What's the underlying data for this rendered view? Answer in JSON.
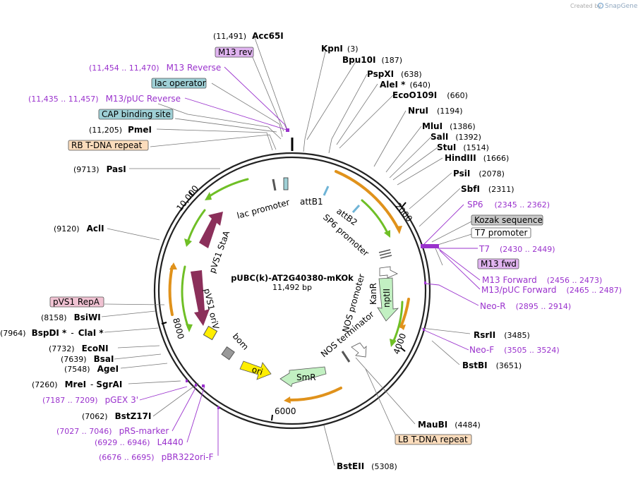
{
  "header": {
    "created_by": "Created by",
    "brand": "SnapGene"
  },
  "plasmid": {
    "name": "pUBC(k)-AT2G40380-mKOk",
    "size": "11,492 bp"
  },
  "colors": {
    "primer": "#9a32cd",
    "orange_feature": "#e0921b",
    "green_feature": "#6fbf26",
    "marker": "#8b2f5a",
    "ori": "#ffee00",
    "boxed_gray": "#c8c8c8",
    "boxed_blue": "#9fd0d6",
    "boxed_purple": "#e0b4f0",
    "boxed_peach": "#fbdcbc",
    "boxed_pink": "#f0c2d2"
  },
  "ticks": [
    "2000",
    "4000",
    "6000",
    "8000",
    "10,000"
  ],
  "inner_features": {
    "lac_promoter": "lac promoter",
    "attB1": "attB1",
    "attB2": "attB2",
    "sp6_promoter": "SP6 promoter",
    "pvs1_staa": "pVS1 StaA",
    "pvs1_oriv": "pVS1 oriV",
    "bom": "bom",
    "ori": "ori",
    "smr": "SmR",
    "nos_terminator": "NOS terminator",
    "nos_promoter": "NOS promoter",
    "kanr": "KanR",
    "nptii": "nptII"
  },
  "labels_right": [
    {
      "id": "kpni",
      "name": "KpnI",
      "pos": "(3)"
    },
    {
      "id": "bpu10i",
      "name": "Bpu10I",
      "pos": "(187)"
    },
    {
      "id": "pspxi",
      "name": "PspXI",
      "pos": "(638)"
    },
    {
      "id": "alei",
      "name": "AleI *",
      "pos": "(640)"
    },
    {
      "id": "ecoo109i",
      "name": "EcoO109I",
      "pos": "(660)"
    },
    {
      "id": "nrui",
      "name": "NruI",
      "pos": "(1194)"
    },
    {
      "id": "mlui",
      "name": "MluI",
      "pos": "(1386)"
    },
    {
      "id": "sali",
      "name": "SalI",
      "pos": "(1392)"
    },
    {
      "id": "stui",
      "name": "StuI",
      "pos": "(1514)"
    },
    {
      "id": "hindiii",
      "name": "HindIII",
      "pos": "(1666)"
    },
    {
      "id": "psii",
      "name": "PsiI",
      "pos": "(2078)"
    },
    {
      "id": "sbfi",
      "name": "SbfI",
      "pos": "(2311)"
    },
    {
      "id": "rsrii",
      "name": "RsrII",
      "pos": "(3485)"
    },
    {
      "id": "bstbi",
      "name": "BstBI",
      "pos": "(3651)"
    },
    {
      "id": "maubi",
      "name": "MauBI",
      "pos": "(4484)"
    },
    {
      "id": "bsteii",
      "name": "BstEII",
      "pos": "(5308)"
    }
  ],
  "primers_right": [
    {
      "id": "sp6",
      "name": "SP6",
      "range": "(2345 .. 2362)"
    },
    {
      "id": "t7",
      "name": "T7",
      "range": "(2430 .. 2449)"
    },
    {
      "id": "m13fwd_range",
      "name": "M13 Forward",
      "range": "(2456 .. 2473)"
    },
    {
      "id": "m13puc_fwd",
      "name": "M13/pUC Forward",
      "range": "(2465 .. 2487)"
    },
    {
      "id": "neor",
      "name": "Neo-R",
      "range": "(2895 .. 2914)"
    },
    {
      "id": "neof",
      "name": "Neo-F",
      "range": "(3505 .. 3524)"
    }
  ],
  "boxes_right": {
    "kozak": "Kozak sequence",
    "t7_promoter": "T7 promoter",
    "m13_fwd": "M13 fwd",
    "lb_tdna": "LB T-DNA repeat"
  },
  "labels_left": [
    {
      "id": "acc65i",
      "name": "Acc65I",
      "pos": "(11,491)"
    },
    {
      "id": "pmei",
      "name": "PmeI",
      "pos": "(11,205)"
    },
    {
      "id": "pasi",
      "name": "PasI",
      "pos": "(9713)"
    },
    {
      "id": "acli",
      "name": "AclI",
      "pos": "(9120)"
    },
    {
      "id": "bsiwi",
      "name": "BsiWI",
      "pos": "(8158)"
    },
    {
      "id": "econi",
      "name": "EcoNI",
      "pos": "(7732)"
    },
    {
      "id": "bsai",
      "name": "BsaI",
      "pos": "(7639)"
    },
    {
      "id": "agei",
      "name": "AgeI",
      "pos": "(7548)"
    },
    {
      "id": "bstz17i",
      "name": "BstZ17I",
      "pos": "(7062)"
    }
  ],
  "labels_left_multi": {
    "bspdi_pos": "(7964)",
    "bspdi_name": "BspDI *",
    "dash1": "-",
    "clai_name": "ClaI *",
    "mrei_pos": "(7260)",
    "mrei_name": "MreI",
    "dash2": "-",
    "sgrai_name": "SgrAI"
  },
  "primers_left": [
    {
      "id": "m13rev_range",
      "name": "M13 Reverse",
      "range": "(11,454 .. 11,470)"
    },
    {
      "id": "m13puc_rev",
      "name": "M13/pUC Reverse",
      "range": "(11,435 .. 11,457)"
    },
    {
      "id": "pgex3",
      "name": "pGEX 3'",
      "range": "(7187 .. 7209)"
    },
    {
      "id": "prsmarker",
      "name": "pRS-marker",
      "range": "(7027 .. 7046)"
    },
    {
      "id": "l4440",
      "name": "L4440",
      "range": "(6929 .. 6946)"
    },
    {
      "id": "pbr322ori",
      "name": "pBR322ori-F",
      "range": "(6676 .. 6695)"
    }
  ],
  "boxes_left": {
    "m13_rev": "M13 rev",
    "lac_operator": "lac operator",
    "cap_site": "CAP binding site",
    "rb_tdna": "RB T-DNA repeat",
    "pvs1_repa": "pVS1 RepA"
  }
}
